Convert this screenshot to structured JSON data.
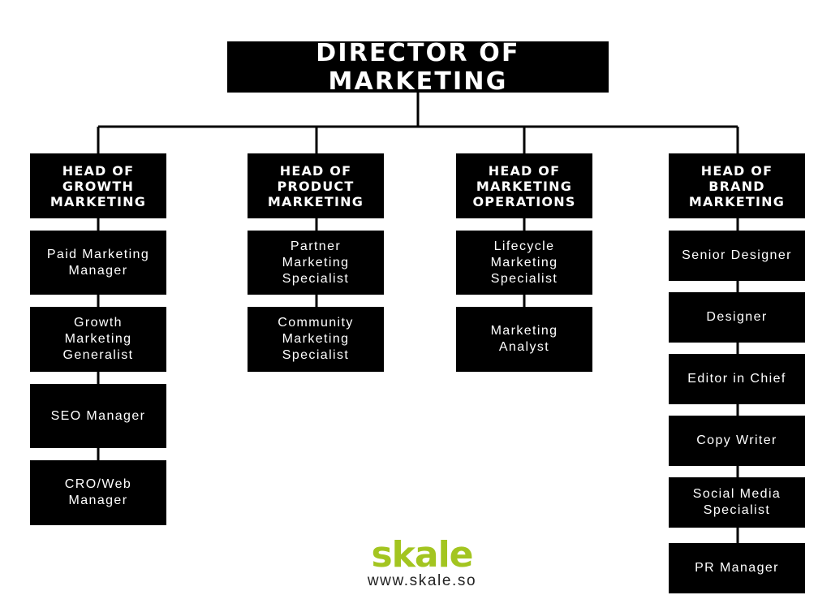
{
  "director": "DIRECTOR OF MARKETING",
  "columns": [
    {
      "head": "HEAD OF\nGROWTH\nMARKETING",
      "roles": [
        "Paid Marketing\nManager",
        "Growth\nMarketing\nGeneralist",
        "SEO Manager",
        "CRO/Web\nManager"
      ]
    },
    {
      "head": "HEAD OF\nPRODUCT\nMARKETING",
      "roles": [
        "Partner\nMarketing\nSpecialist",
        "Community\nMarketing\nSpecialist"
      ]
    },
    {
      "head": "HEAD OF\nMARKETING\nOPERATIONS",
      "roles": [
        "Lifecycle\nMarketing\nSpecialist",
        "Marketing\nAnalyst"
      ]
    },
    {
      "head": "HEAD OF\nBRAND\nMARKETING",
      "roles": [
        "Senior Designer",
        "Designer",
        "Editor in Chief",
        "Copy Writer",
        "Social Media\nSpecialist",
        "PR Manager"
      ]
    }
  ],
  "logo": {
    "wordmark": "skale",
    "url": "www.skale.so",
    "color": "#a3c520"
  }
}
